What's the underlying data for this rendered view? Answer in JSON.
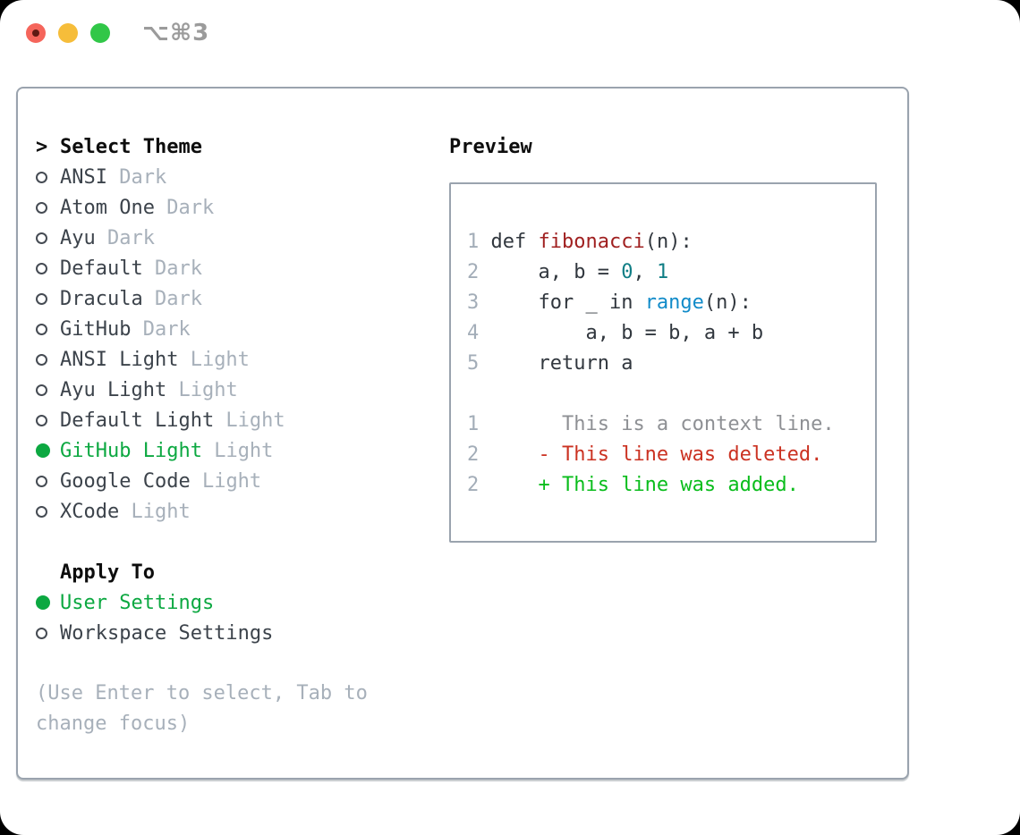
{
  "window": {
    "shortcut": "⌥⌘3"
  },
  "theme_picker": {
    "prompt": ">",
    "title": "Select Theme",
    "items": [
      {
        "name": "ANSI",
        "variant": "Dark",
        "selected": false
      },
      {
        "name": "Atom One",
        "variant": "Dark",
        "selected": false
      },
      {
        "name": "Ayu",
        "variant": "Dark",
        "selected": false
      },
      {
        "name": "Default",
        "variant": "Dark",
        "selected": false
      },
      {
        "name": "Dracula",
        "variant": "Dark",
        "selected": false
      },
      {
        "name": "GitHub",
        "variant": "Dark",
        "selected": false
      },
      {
        "name": "ANSI Light",
        "variant": "Light",
        "selected": false
      },
      {
        "name": "Ayu Light",
        "variant": "Light",
        "selected": false
      },
      {
        "name": "Default Light",
        "variant": "Light",
        "selected": false
      },
      {
        "name": "GitHub Light",
        "variant": "Light",
        "selected": true
      },
      {
        "name": "Google Code",
        "variant": "Light",
        "selected": false
      },
      {
        "name": "XCode",
        "variant": "Light",
        "selected": false
      }
    ],
    "apply_to": {
      "title": "Apply To",
      "options": [
        {
          "label": "User Settings",
          "selected": true
        },
        {
          "label": "Workspace Settings",
          "selected": false
        }
      ]
    },
    "hint": "(Use Enter to select, Tab to change focus)"
  },
  "preview": {
    "title": "Preview",
    "lines": [
      {
        "segments": [
          {
            "text": "1 ",
            "style": "lineno"
          },
          {
            "text": "def ",
            "style": "code"
          },
          {
            "text": "fibonacci",
            "style": "func"
          },
          {
            "text": "(n):",
            "style": "code"
          }
        ]
      },
      {
        "segments": [
          {
            "text": "2 ",
            "style": "lineno"
          },
          {
            "text": "    a, b = ",
            "style": "code"
          },
          {
            "text": "0",
            "style": "num"
          },
          {
            "text": ", ",
            "style": "code"
          },
          {
            "text": "1",
            "style": "num"
          }
        ]
      },
      {
        "segments": [
          {
            "text": "3 ",
            "style": "lineno"
          },
          {
            "text": "    for _ in ",
            "style": "code"
          },
          {
            "text": "range",
            "style": "builtin"
          },
          {
            "text": "(n):",
            "style": "code"
          }
        ]
      },
      {
        "segments": [
          {
            "text": "4 ",
            "style": "lineno"
          },
          {
            "text": "        a, b = b, a + b",
            "style": "code"
          }
        ]
      },
      {
        "segments": [
          {
            "text": "5 ",
            "style": "lineno"
          },
          {
            "text": "    return a",
            "style": "code"
          }
        ]
      },
      {
        "segments": []
      },
      {
        "segments": [
          {
            "text": "1 ",
            "style": "lineno"
          },
          {
            "text": "      This is a context line.",
            "style": "context"
          }
        ]
      },
      {
        "segments": [
          {
            "text": "2 ",
            "style": "lineno"
          },
          {
            "text": "    - This line was deleted.",
            "style": "deleted"
          }
        ]
      },
      {
        "segments": [
          {
            "text": "2 ",
            "style": "lineno"
          },
          {
            "text": "    + This line was added.",
            "style": "added"
          }
        ]
      }
    ]
  },
  "colors": {
    "selected_green": "#0ca841",
    "traffic_red": "#f5655b",
    "traffic_red_dot": "#5f1a13",
    "traffic_yellow": "#f6bd3a",
    "traffic_green": "#31c748",
    "panel_border": "#9aa3ae",
    "item_name": "#3c434b",
    "muted_gray": "#a7b0ba",
    "heading_black": "#0d0d0d",
    "shortcut_gray": "#9b9b9b",
    "code_default": "#31373e",
    "code_lineno": "#a3adb8",
    "code_function_red": "#a02020",
    "code_number_teal": "#107e85",
    "code_builtin_blue": "#118bc9",
    "diff_context_gray": "#8e9094",
    "diff_deleted_red": "#cb3222",
    "diff_added_green": "#0abd1c"
  }
}
